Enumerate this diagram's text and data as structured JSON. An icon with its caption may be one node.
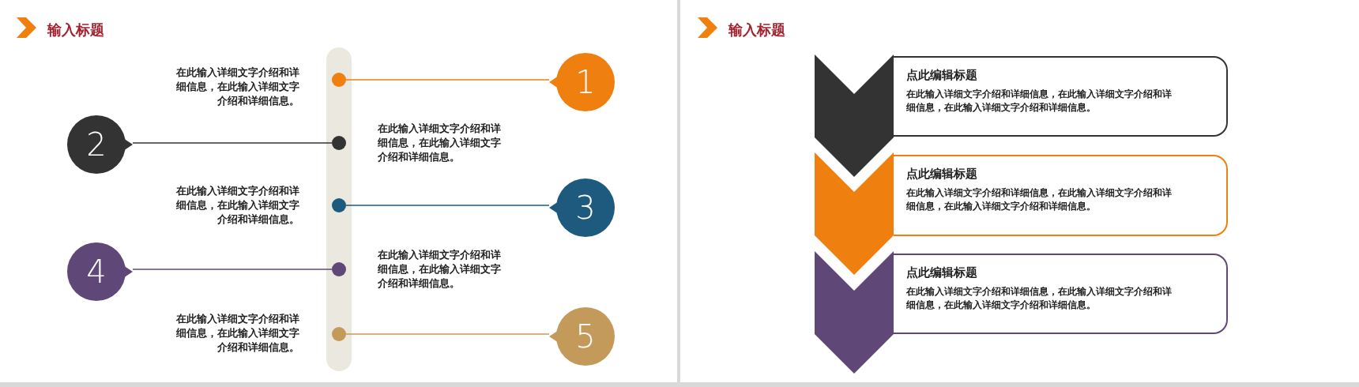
{
  "diagram": {
    "nodes": [
      {
        "text": [],
        "shape": "bar"
      },
      {
        "text": [],
        "shape": "circle",
        "in": 0
      },
      {
        "text": [],
        "shape": "circle",
        "in": 0
      },
      {
        "text": [],
        "shape": "circle",
        "in": 0
      },
      {
        "text": [],
        "shape": "circle",
        "in": 0
      },
      {
        "text": [],
        "shape": "circle",
        "in": 0
      },
      {
        "text": [
          "1"
        ]
      },
      {
        "text": [
          "2"
        ]
      },
      {
        "text": [
          "3"
        ]
      },
      {
        "text": [
          "4"
        ]
      },
      {
        "text": [
          "5"
        ]
      },
      {
        "text": [],
        "shape": "chevron"
      },
      {
        "text": [
          "点此编辑标题",
          "在此输入详细文字介绍和详细信息，在此输入详细文字介绍和详细信息，在此输入详细文字介绍和详细信息。"
        ]
      },
      {
        "text": [],
        "shape": "chevron"
      },
      {
        "text": [
          "点此编辑标题",
          "在此输入详细文字介绍和详细信息，在此输入详细文字介绍和详细信息，在此输入详细文字介绍和详细信息。"
        ]
      },
      {
        "text": [],
        "shape": "chevron"
      },
      {
        "text": [
          "点此编辑标题",
          "在此输入详细文字介绍和详细信息，在此输入详细文字介绍和详细信息，在此输入详细文字介绍和详细信息。"
        ]
      }
    ],
    "edges": [
      {
        "from": 1,
        "to": 6,
        "arrow": "none",
        "color": "#ef7f0e"
      },
      {
        "from": 2,
        "to": 7,
        "arrow": "none",
        "color": "#333333"
      },
      {
        "from": 3,
        "to": 8,
        "arrow": "none",
        "color": "#1e5a7e"
      },
      {
        "from": 4,
        "to": 9,
        "arrow": "none",
        "color": "#5f4878"
      },
      {
        "from": 5,
        "to": 10,
        "arrow": "none",
        "color": "#c49a5a"
      }
    ],
    "labels": [
      "输入标题",
      "在此输入详细文字介绍和详细信息，在此输入详细文字介绍和详细信息。",
      "在此输入详细文字介绍和详细信息，在此输入详细文字介绍和详细信息。",
      "在此输入详细文字介绍和详细信息，在此输入详细文字介绍和详细信息。",
      "在此输入详细文字介绍和详细信息，在此输入详细文字介绍和详细信息。",
      "在此输入详细文字介绍和详细信息，在此输入详细文字介绍和详细信息。",
      "输入标题"
    ]
  }
}
